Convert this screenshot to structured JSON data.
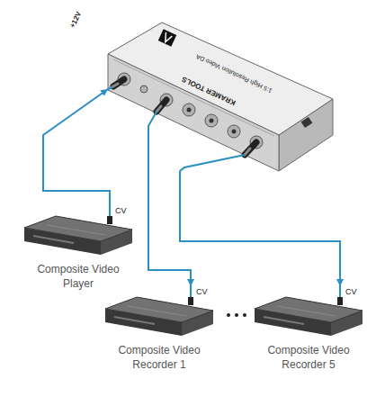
{
  "diagram": {
    "nodes": [
      {
        "text": [
          "1:5 High Resolution Video DA",
          "KRAMER TOOLS"
        ]
      },
      {
        "text": [
          "CV",
          "Composite Video Player"
        ]
      },
      {
        "text": [
          "CV",
          "Composite Video Recorder 1"
        ]
      },
      {
        "text": [
          "CV",
          "Composite Video Recorder 5"
        ]
      }
    ],
    "edges": [
      {
        "from": 1,
        "to": 0,
        "arrow": "to"
      },
      {
        "from": 0,
        "to": 2,
        "arrow": "to"
      },
      {
        "from": 0,
        "to": 3,
        "arrow": "to"
      }
    ],
    "labels": [
      "+12V"
    ]
  }
}
